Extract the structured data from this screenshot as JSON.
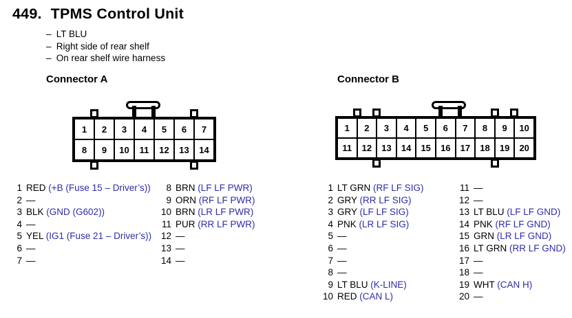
{
  "title": {
    "number": "449.",
    "text": "TPMS Control Unit"
  },
  "bullet_dash": "–",
  "bullets": [
    "LT BLU",
    "Right side of rear shelf",
    "On rear shelf wire harness"
  ],
  "colors": {
    "signal_blue": "#2d2daa",
    "ink": "#000000",
    "paper": "#ffffff"
  },
  "connector_a": {
    "label": "Connector A",
    "pin_rows": [
      [
        "1",
        "2",
        "3",
        "4",
        "5",
        "6",
        "7"
      ],
      [
        "8",
        "9",
        "10",
        "11",
        "12",
        "13",
        "14"
      ]
    ],
    "pins_col1": [
      {
        "n": "1",
        "wire": "RED",
        "signal": "(+B (Fuse 15 – Driver’s))"
      },
      {
        "n": "2",
        "wire": "—",
        "signal": ""
      },
      {
        "n": "3",
        "wire": "BLK",
        "signal": "(GND (G602))"
      },
      {
        "n": "4",
        "wire": "—",
        "signal": ""
      },
      {
        "n": "5",
        "wire": "YEL",
        "signal": "(IG1 (Fuse 21 – Driver’s))"
      },
      {
        "n": "6",
        "wire": "—",
        "signal": ""
      },
      {
        "n": "7",
        "wire": "—",
        "signal": ""
      }
    ],
    "pins_col2": [
      {
        "n": "8",
        "wire": "BRN",
        "signal": "(LF LF PWR)"
      },
      {
        "n": "9",
        "wire": "ORN",
        "signal": "(RF LF PWR)"
      },
      {
        "n": "10",
        "wire": "BRN",
        "signal": "(LR LF PWR)"
      },
      {
        "n": "11",
        "wire": "PUR",
        "signal": "(RR LF PWR)"
      },
      {
        "n": "12",
        "wire": "—",
        "signal": ""
      },
      {
        "n": "13",
        "wire": "—",
        "signal": ""
      },
      {
        "n": "14",
        "wire": "—",
        "signal": ""
      }
    ]
  },
  "connector_b": {
    "label": "Connector B",
    "pin_rows": [
      [
        "1",
        "2",
        "3",
        "4",
        "5",
        "6",
        "7",
        "8",
        "9",
        "10"
      ],
      [
        "11",
        "12",
        "13",
        "14",
        "15",
        "16",
        "17",
        "18",
        "19",
        "20"
      ]
    ],
    "pins_col1": [
      {
        "n": "1",
        "wire": "LT GRN",
        "signal": "(RF LF SIG)"
      },
      {
        "n": "2",
        "wire": "GRY",
        "signal": "(RR LF SIG)"
      },
      {
        "n": "3",
        "wire": "GRY",
        "signal": "(LF LF SIG)"
      },
      {
        "n": "4",
        "wire": "PNK",
        "signal": "(LR LF SIG)"
      },
      {
        "n": "5",
        "wire": "—",
        "signal": ""
      },
      {
        "n": "6",
        "wire": "—",
        "signal": ""
      },
      {
        "n": "7",
        "wire": "—",
        "signal": ""
      },
      {
        "n": "8",
        "wire": "—",
        "signal": ""
      },
      {
        "n": "9",
        "wire": "LT BLU",
        "signal": "(K-LINE)"
      },
      {
        "n": "10",
        "wire": "RED",
        "signal": "(CAN L)"
      }
    ],
    "pins_col2": [
      {
        "n": "11",
        "wire": "—",
        "signal": ""
      },
      {
        "n": "12",
        "wire": "—",
        "signal": ""
      },
      {
        "n": "13",
        "wire": "LT BLU",
        "signal": "(LF LF GND)"
      },
      {
        "n": "14",
        "wire": "PNK",
        "signal": "(RF LF GND)"
      },
      {
        "n": "15",
        "wire": "GRN",
        "signal": "(LR LF GND)"
      },
      {
        "n": "16",
        "wire": "LT GRN",
        "signal": "(RR LF GND)"
      },
      {
        "n": "17",
        "wire": "—",
        "signal": ""
      },
      {
        "n": "18",
        "wire": "—",
        "signal": ""
      },
      {
        "n": "19",
        "wire": "WHT",
        "signal": "(CAN H)"
      },
      {
        "n": "20",
        "wire": "—",
        "signal": ""
      }
    ]
  }
}
